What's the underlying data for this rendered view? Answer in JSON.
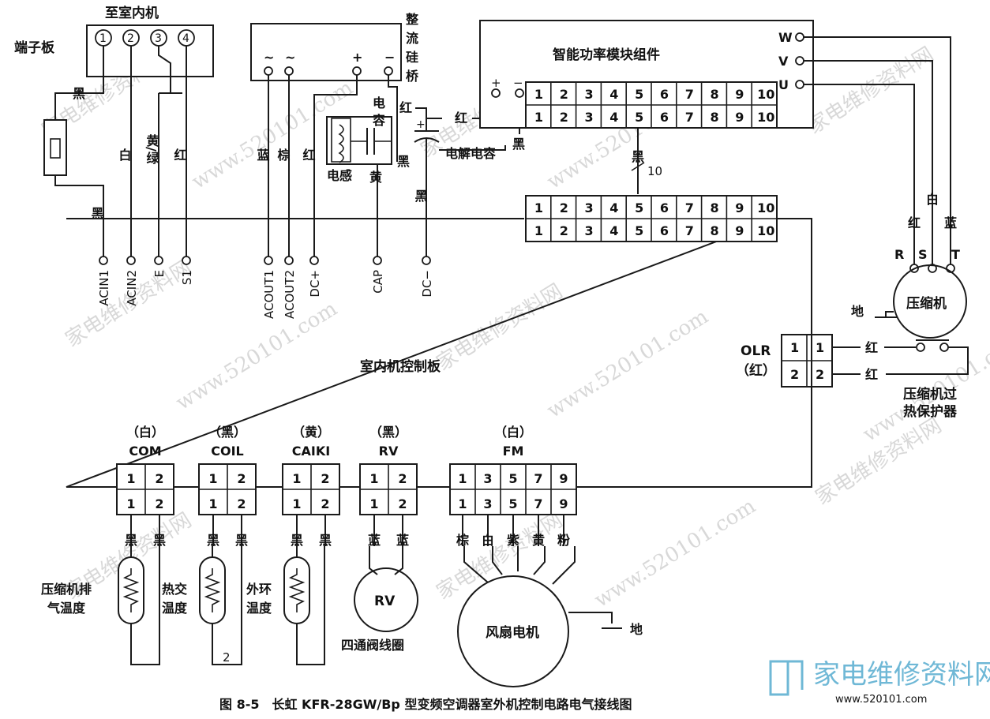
{
  "terminal_board": {
    "title": "至室内机",
    "label": "端子板",
    "circles": [
      "1",
      "2",
      "3",
      "4"
    ],
    "wire_colors": [
      "黑",
      "白",
      "黄/绿",
      "红"
    ],
    "upper_black": "黑"
  },
  "rectifier": {
    "title": [
      "整",
      "流",
      "硅",
      "桥"
    ],
    "terms": [
      "~",
      "~",
      "+",
      "−"
    ],
    "wire_colors": [
      "蓝",
      "棕",
      "红"
    ],
    "out_red": "红",
    "out_black": "黑"
  },
  "inductor": {
    "label": "电感",
    "wire": "黄"
  },
  "capacitor": {
    "label": [
      "电",
      "容"
    ]
  },
  "electrolytic": {
    "label": "电解电容",
    "red": "红",
    "black1": "黑",
    "black2": "黑"
  },
  "ipm": {
    "title": "智能功率模块组件",
    "pins": [
      "1",
      "2",
      "3",
      "4",
      "5",
      "6",
      "7",
      "8",
      "9",
      "10"
    ],
    "plus": "+",
    "minus": "−",
    "phases": [
      "W",
      "V",
      "U"
    ],
    "bus_label": "黑",
    "bus_count": "10"
  },
  "control_board": {
    "title": "室内机控制板",
    "top_terms": [
      "ACIN1",
      "ACIN2",
      "E",
      "S1",
      "ACOUT1",
      "ACOUT2",
      "DC+",
      "CAP",
      "DC−"
    ],
    "connector_pins": [
      "1",
      "2",
      "3",
      "4",
      "5",
      "6",
      "7",
      "8",
      "9",
      "10"
    ]
  },
  "compressor": {
    "label": "压缩机",
    "phase_letters": [
      "R",
      "S",
      "T"
    ],
    "phase_colors": [
      "红",
      "白",
      "蓝"
    ],
    "ground": "地"
  },
  "olr": {
    "label": "OLR",
    "color": "（红）",
    "pins": [
      "1",
      "2"
    ],
    "wire_colors": [
      "红",
      "红"
    ],
    "protector": [
      "压缩机过",
      "热保护器"
    ]
  },
  "connectors": [
    {
      "color": "（白）",
      "name": "COM",
      "pins": [
        "1",
        "2"
      ],
      "wires": [
        "黑",
        "黑"
      ]
    },
    {
      "color": "（黑）",
      "name": "COIL",
      "pins": [
        "1",
        "2"
      ],
      "wires": [
        "黑",
        "黑"
      ]
    },
    {
      "color": "（黄）",
      "name": "CAIKI",
      "pins": [
        "1",
        "2"
      ],
      "wires": [
        "黑",
        "黑"
      ]
    },
    {
      "color": "（黑）",
      "name": "RV",
      "pins": [
        "1",
        "2"
      ],
      "wires": [
        "蓝",
        "蓝"
      ]
    },
    {
      "color": "（白）",
      "name": "FM",
      "pins": [
        "1",
        "3",
        "5",
        "7",
        "9"
      ],
      "wires": [
        "棕",
        "白",
        "紫",
        "黄",
        "粉"
      ]
    }
  ],
  "sensors": [
    [
      "压缩机排",
      "气温度"
    ],
    [
      "热交",
      "温度"
    ],
    [
      "外环",
      "温度"
    ]
  ],
  "coil_extra": "2",
  "rv_coil": {
    "symbol": "RV",
    "label": "四通阀线圈"
  },
  "fan_motor": {
    "label": "风扇电机",
    "ground": "地"
  },
  "caption": "图 8-5　长虹 KFR-28GW/Bp 型变频空调器室外机控制电路电气接线图",
  "watermarks": {
    "site": "家电维修资料网",
    "url": "www.520101.com"
  },
  "logo": {
    "text": "家电维修资料网",
    "url": "www.520101.com"
  },
  "colors": {
    "line": "#1a1a1a",
    "background": "#ffffff",
    "watermark": "#d8d8d8",
    "logo": "#6fb8d6"
  }
}
